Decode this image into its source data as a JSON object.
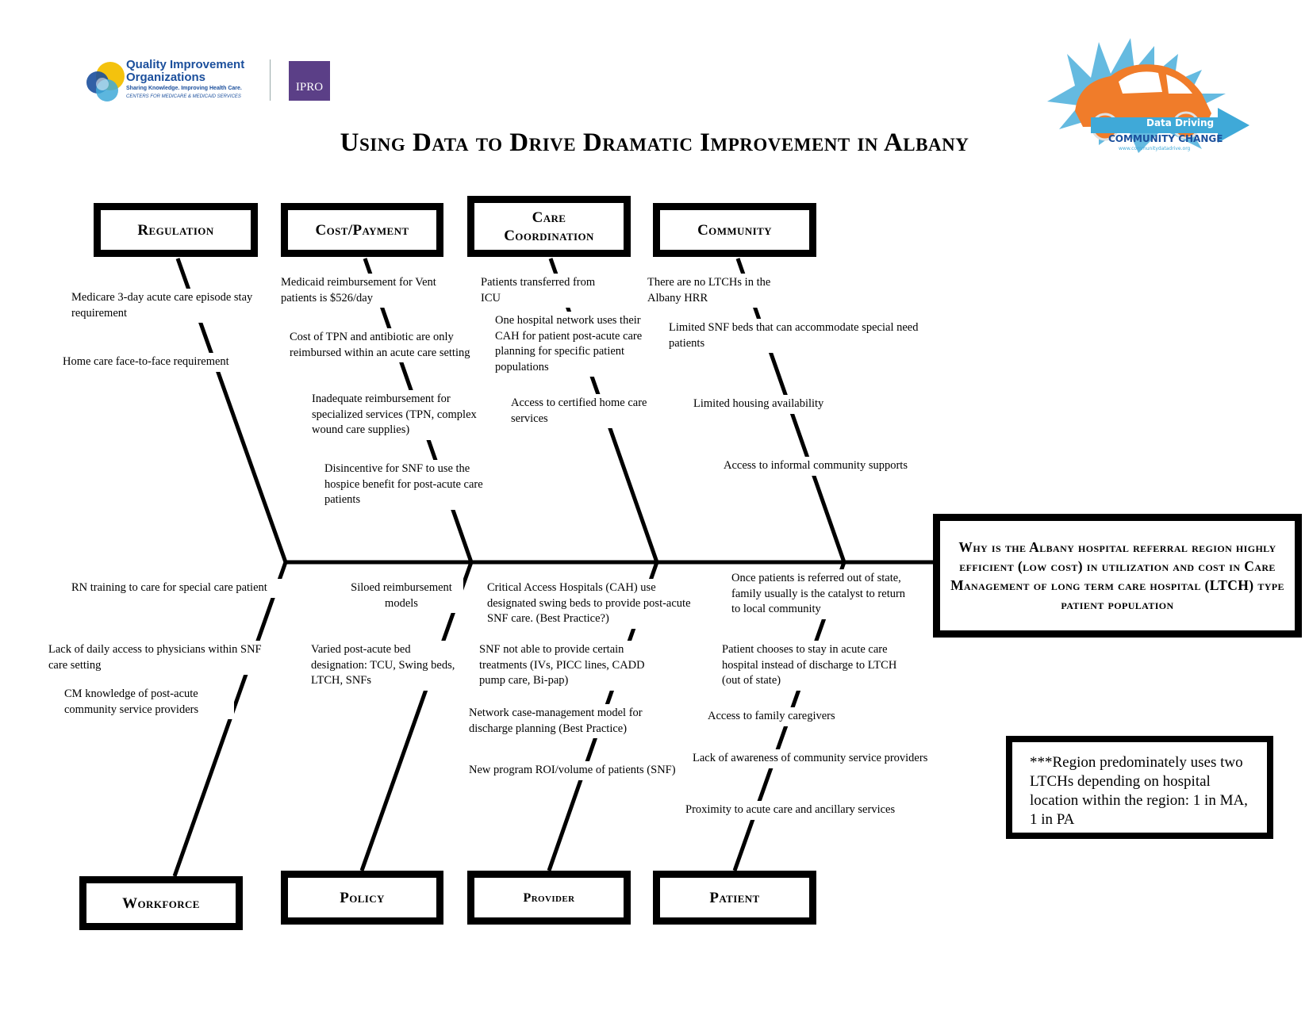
{
  "header": {
    "title": "Using Data to Drive Dramatic Improvement in Albany",
    "qio_logo": {
      "name_line1": "Quality Improvement",
      "name_line2": "Organizations",
      "tagline": "Sharing Knowledge. Improving Health Care.",
      "sub": "CENTERS FOR MEDICARE & MEDICAID SERVICES"
    },
    "ipro_logo": "IPRO",
    "ddcc_logo": {
      "line1": "Data Driving",
      "line2": "COMMUNITY CHANGE",
      "url": "www.communitydatadrive.org"
    }
  },
  "categories": {
    "regulation": "Regulation",
    "cost": "Cost/Payment",
    "care": "Care Coordination",
    "community": "Community",
    "workforce": "Workforce",
    "policy": "Policy",
    "provider": "Provider",
    "patient": "Patient"
  },
  "effect": "Why is the Albany hospital referral region highly efficient (low cost) in utilization and cost in Care Management of long term care hospital (LTCH) type patient population",
  "note": "***Region predominately uses two LTCHs depending on hospital location within the region: 1 in MA, 1 in PA",
  "causes": {
    "regulation": [
      "Medicare 3-day acute care episode stay requirement",
      "Home care face-to-face requirement"
    ],
    "cost": [
      "Medicaid reimbursement for Vent patients is $526/day",
      "Cost of TPN and antibiotic are only reimbursed within an acute care setting",
      "Inadequate reimbursement for specialized services (TPN, complex wound care supplies)",
      "Disincentive for SNF to use the hospice benefit for post-acute care patients"
    ],
    "care": [
      "Patients transferred from ICU",
      "One hospital network uses their CAH for patient post-acute care planning for specific patient populations",
      "Access to certified home care services"
    ],
    "community": [
      "There are no LTCHs in the Albany HRR",
      "Limited SNF beds that can accommodate special need patients",
      "Limited housing availability",
      "Access to informal community supports"
    ],
    "workforce": [
      "RN training to care for special care patient",
      "Lack of daily access to physicians within SNF care setting",
      "CM knowledge of post-acute community service providers"
    ],
    "policy": [
      "Siloed reimbursement models",
      "Varied post-acute bed designation: TCU, Swing beds, LTCH, SNFs"
    ],
    "provider": [
      "Critical Access Hospitals (CAH) use designated swing beds to provide post-acute SNF care. (Best Practice?)",
      "SNF not able to provide certain treatments (IVs, PICC lines, CADD pump care, Bi-pap)",
      "Network case-management model for discharge planning (Best Practice)",
      "New program ROI/volume of patients (SNF)"
    ],
    "patient": [
      "Once patients is referred out of state, family usually is the catalyst to return to local community",
      "Patient chooses to stay in acute care hospital instead of discharge to LTCH (out of state)",
      "Access to family caregivers",
      "Lack of awareness of community service providers",
      "Proximity to acute care and ancillary services"
    ]
  },
  "colors": {
    "lines": "#000000",
    "qio_blue": "#1b4f9c",
    "qio_yellow": "#f4c20d",
    "ipro_purple": "#5b3f87",
    "ddcc_orange": "#f07c2a",
    "ddcc_blue": "#3fa9d8"
  }
}
